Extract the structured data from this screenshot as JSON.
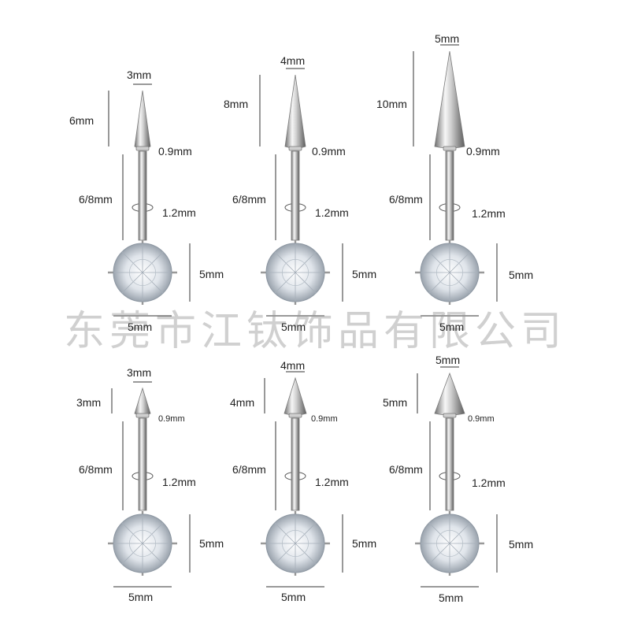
{
  "watermark": "东莞市江钛饰品有限公司",
  "colors": {
    "metal_dark": "#7d7d7d",
    "metal_light": "#f4f4f4",
    "gem": "#e9eef4",
    "text": "#222222"
  },
  "items": [
    {
      "id": "top-1",
      "spike_width": "3mm",
      "spike_height": "6mm",
      "ring": "0.9mm",
      "bar_length": "6/8mm",
      "bar_gauge": "1.2mm",
      "gem_height": "5mm",
      "gem_width": "5mm"
    },
    {
      "id": "top-2",
      "spike_width": "4mm",
      "spike_height": "8mm",
      "ring": "0.9mm",
      "bar_length": "6/8mm",
      "bar_gauge": "1.2mm",
      "gem_height": "5mm",
      "gem_width": "5mm"
    },
    {
      "id": "top-3",
      "spike_width": "5mm",
      "spike_height": "10mm",
      "ring": "0.9mm",
      "bar_length": "6/8mm",
      "bar_gauge": "1.2mm",
      "gem_height": "5mm",
      "gem_width": "5mm"
    },
    {
      "id": "bottom-1",
      "spike_width": "3mm",
      "spike_height": "3mm",
      "ring": "0.9mm",
      "bar_length": "6/8mm",
      "bar_gauge": "1.2mm",
      "gem_height": "5mm",
      "gem_width": "5mm"
    },
    {
      "id": "bottom-2",
      "spike_width": "4mm",
      "spike_height": "4mm",
      "ring": "0.9mm",
      "bar_length": "6/8mm",
      "bar_gauge": "1.2mm",
      "gem_height": "5mm",
      "gem_width": "5mm"
    },
    {
      "id": "bottom-3",
      "spike_width": "5mm",
      "spike_height": "5mm",
      "ring": "0.9mm",
      "bar_length": "6/8mm",
      "bar_gauge": "1.2mm",
      "gem_height": "5mm",
      "gem_width": "5mm"
    }
  ]
}
